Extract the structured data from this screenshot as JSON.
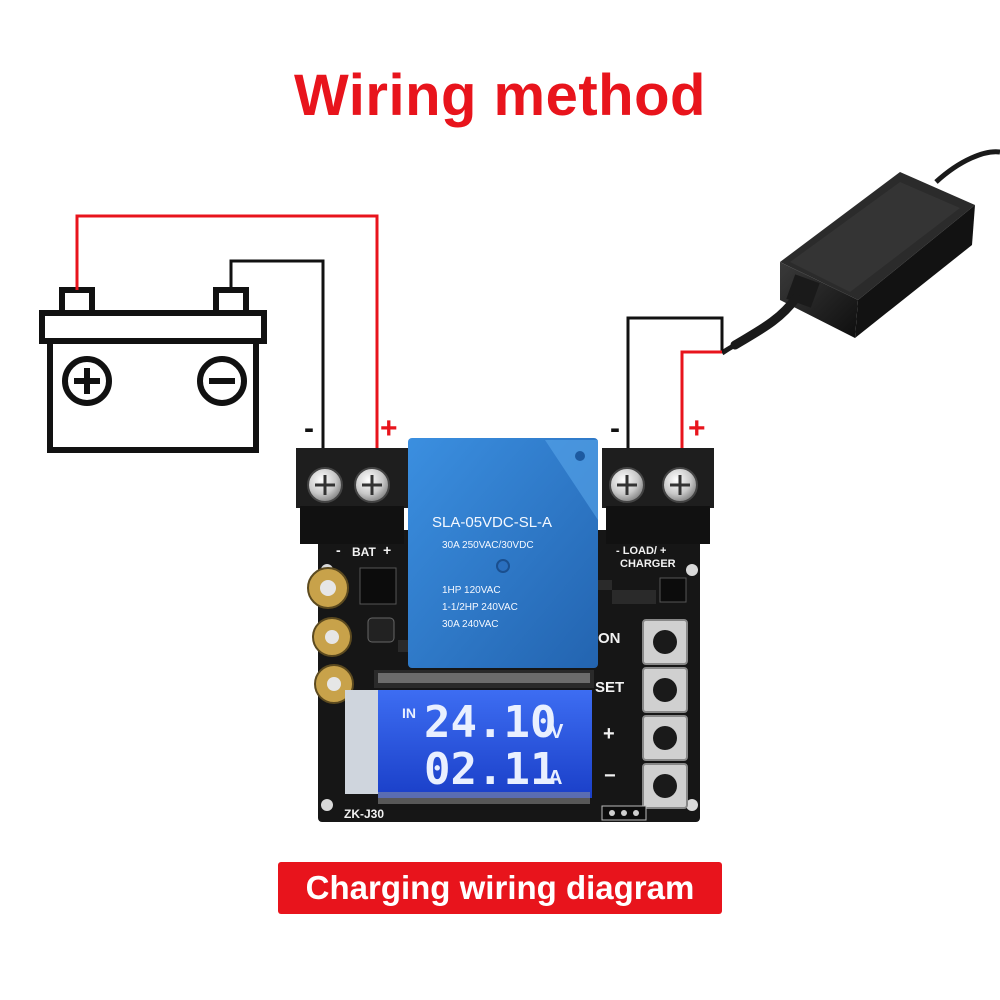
{
  "header": {
    "title": "Wiring method"
  },
  "caption": {
    "text": "Charging wiring diagram"
  },
  "battery": {
    "minus_label": "-",
    "plus_label": "+"
  },
  "charger_side": {
    "minus_label": "-",
    "plus_label": "+"
  },
  "relay": {
    "model": "SLA-05VDC-SL-A",
    "rating1": "30A 250VAC/30VDC",
    "rating2": "1HP 120VAC",
    "rating3": "1-1/2HP 240VAC",
    "rating4": "30A 240VAC"
  },
  "board": {
    "bat_minus": "-",
    "bat_label": "BAT",
    "bat_plus": "+",
    "load_label": "- LOAD/ +",
    "charger_label": "CHARGER",
    "on_indicator": "ON",
    "model": "ZK-J30",
    "buttons": {
      "on": "ON",
      "set": "SET",
      "plus": "+",
      "minus": "−"
    }
  },
  "lcd": {
    "in_label": "IN",
    "voltage": "24.10",
    "voltage_unit": "V",
    "current": "02.11",
    "current_unit": "A"
  },
  "colors": {
    "accent_red": "#e8141c",
    "wire_red": "#e8141c",
    "wire_black": "#111111",
    "relay_blue": "#2f7fcf",
    "lcd_blue": "#1f4fe0",
    "pcb": "#161616"
  }
}
